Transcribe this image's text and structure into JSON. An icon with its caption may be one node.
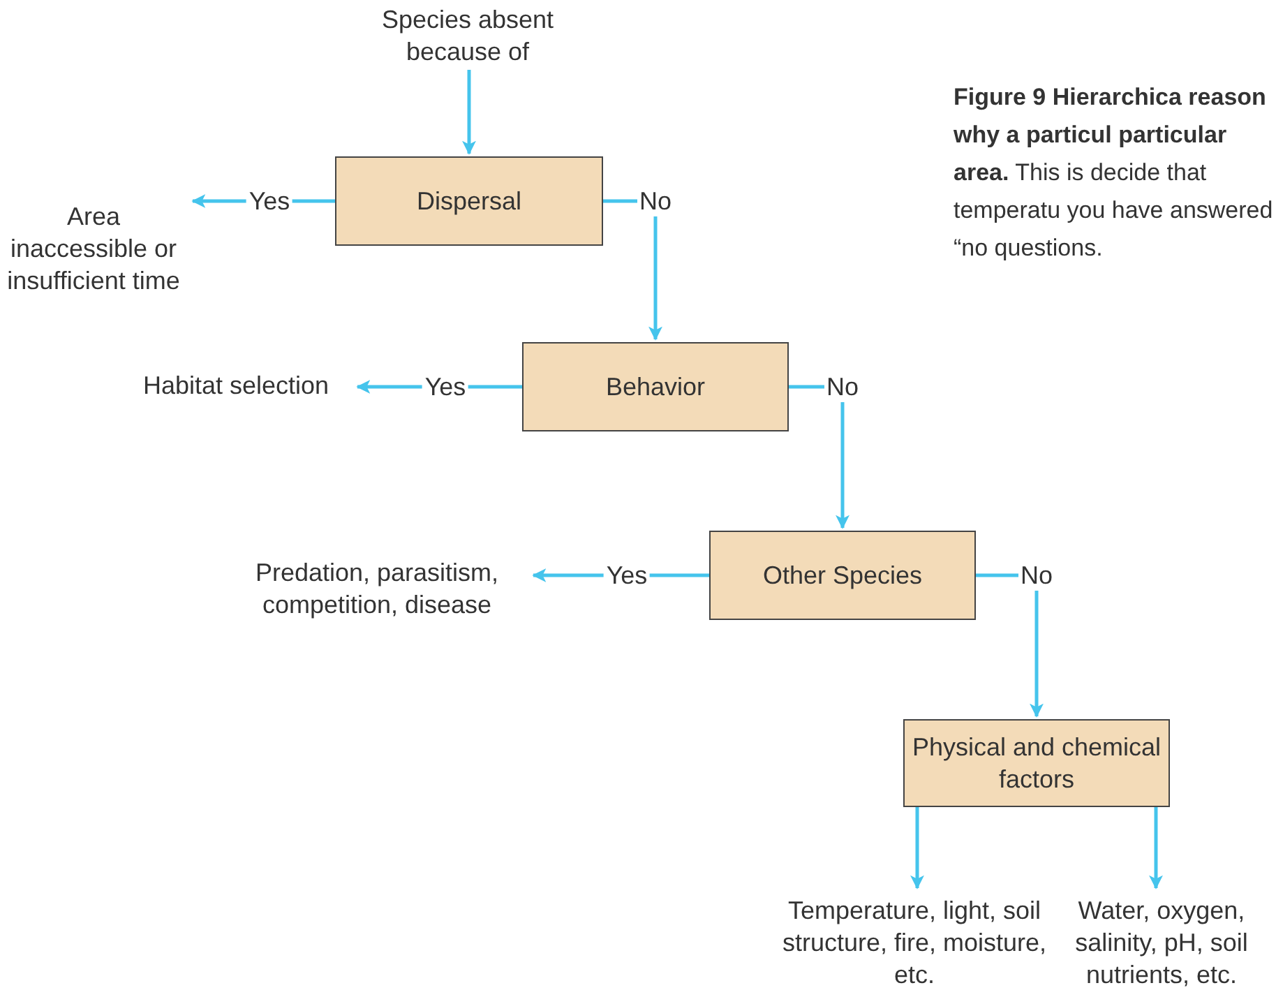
{
  "diagram": {
    "caption": "**Figure 9 Hierarchica reason why a particul particular area.** This is decide that temperatu you have answered “no questions.",
    "nodes": [
      {
        "text": [
          "Species absent because of"
        ]
      },
      {
        "text": [
          "Dispersal"
        ]
      },
      {
        "text": [
          "Area inaccessible or insufficient time"
        ]
      },
      {
        "text": [
          "Behavior"
        ]
      },
      {
        "text": [
          "Habitat selection"
        ]
      },
      {
        "text": [
          "Other Species"
        ]
      },
      {
        "text": [
          "Predation, parasitism, competition, disease"
        ]
      },
      {
        "text": [
          "Physical and chemical factors"
        ]
      },
      {
        "text": [
          "Temperature, light, soil structure, fire, moisture, etc."
        ]
      },
      {
        "text": [
          "Water, oxygen, salinity, pH, soil nutrients, etc."
        ]
      }
    ],
    "edges": [
      {
        "from": 0,
        "to": 1,
        "arrow": "to"
      },
      {
        "from": 1,
        "to": 2,
        "arrow": "to",
        "label": "Yes"
      },
      {
        "from": 1,
        "to": 3,
        "arrow": "to",
        "label": "No"
      },
      {
        "from": 3,
        "to": 4,
        "arrow": "to",
        "label": "Yes"
      },
      {
        "from": 3,
        "to": 5,
        "arrow": "to",
        "label": "No"
      },
      {
        "from": 5,
        "to": 6,
        "arrow": "to",
        "label": "Yes"
      },
      {
        "from": 5,
        "to": 7,
        "arrow": "to",
        "label": "No"
      },
      {
        "from": 7,
        "to": 8,
        "arrow": "to"
      },
      {
        "from": 7,
        "to": 9,
        "arrow": "to"
      }
    ]
  }
}
